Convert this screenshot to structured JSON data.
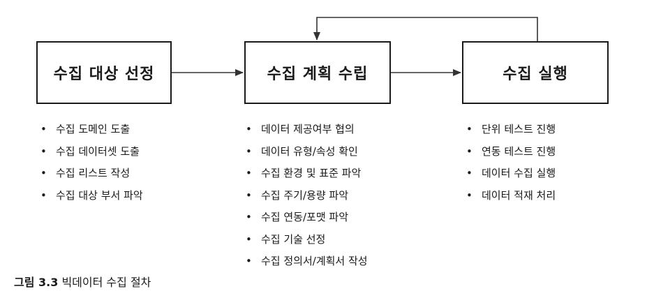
{
  "colors": {
    "ink": "#1a1a1a",
    "background": "#ffffff",
    "arrow": "#333333"
  },
  "steps": [
    {
      "title": "수집 대상 선정",
      "items": [
        "수집 도메인 도출",
        "수집 데이터셋 도출",
        "수집 리스트 작성",
        "수집 대상 부서 파악"
      ]
    },
    {
      "title": "수집 계획 수립",
      "items": [
        "데이터 제공여부 협의",
        "데이터 유형/속성 확인",
        "수집 환경 및 표준 파악",
        "수집 주기/용량 파악",
        "수집 연동/포맷 파악",
        "수집 기술 선정",
        "수집 정의서/계획서 작성"
      ]
    },
    {
      "title": "수집 실행",
      "items": [
        "단위 테스트 진행",
        "연동 테스트 진행",
        "데이터 수집 실행",
        "데이터 적재 처리"
      ]
    }
  ],
  "caption": {
    "number": "그림 3.3",
    "text": "빅데이터 수집 절차"
  }
}
